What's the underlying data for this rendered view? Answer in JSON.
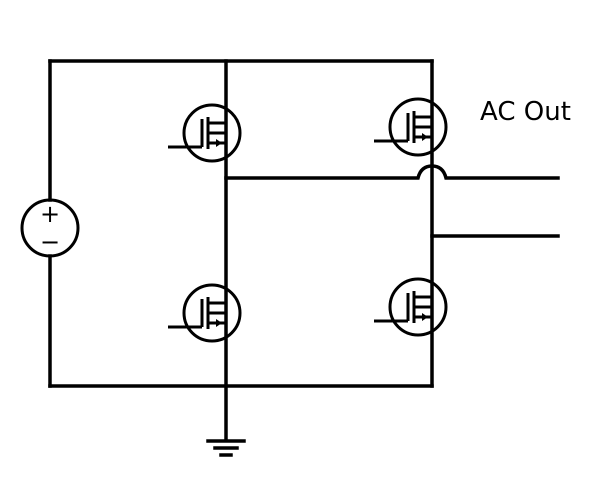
{
  "diagram": {
    "output_label": "AC Out",
    "source": {
      "positive_symbol": "+",
      "negative_symbol": "−"
    },
    "switches": [
      {
        "id": "q1",
        "position": "top-left"
      },
      {
        "id": "q2",
        "position": "top-right"
      },
      {
        "id": "q3",
        "position": "bottom-left"
      },
      {
        "id": "q4",
        "position": "bottom-right"
      }
    ],
    "ground": "ground-symbol"
  }
}
